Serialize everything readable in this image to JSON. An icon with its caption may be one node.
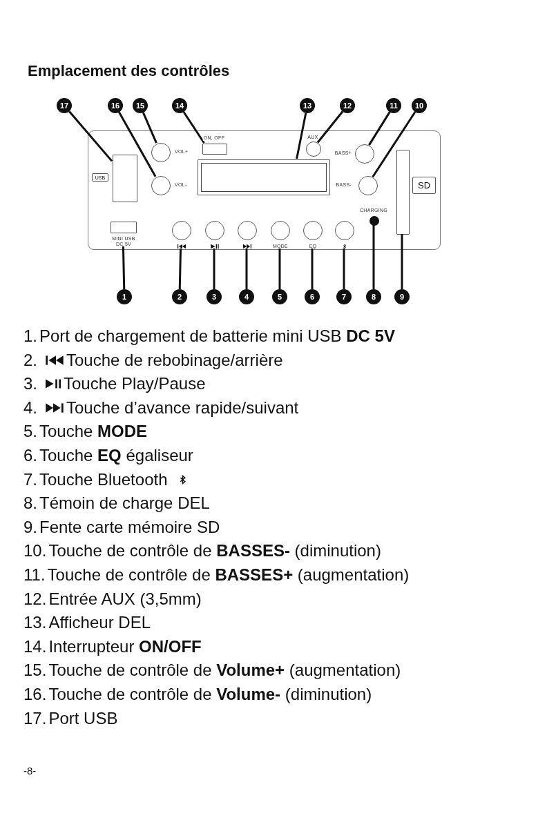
{
  "diagram": {
    "title": "Emplacement des contrôles",
    "nodes": [
      {
        "text": [],
        "shape": "box"
      },
      {
        "text": [],
        "shape": "box",
        "in": 0
      },
      {
        "text": [],
        "shape": "circle",
        "in": 0
      },
      {
        "text": [],
        "shape": "circle",
        "in": 0
      },
      {
        "text": [],
        "shape": "box",
        "in": 0
      },
      {
        "text": [],
        "shape": "box",
        "in": 0
      },
      {
        "text": [],
        "shape": "circle",
        "in": 0
      },
      {
        "text": [],
        "shape": "circle",
        "in": 0
      },
      {
        "text": [],
        "shape": "circle",
        "in": 0
      },
      {
        "text": [],
        "shape": "box",
        "in": 0
      },
      {
        "text": [],
        "shape": "circle",
        "in": 0
      },
      {
        "text": [
          "MINI USB DC 5V"
        ],
        "in": 0
      },
      {
        "text": [],
        "shape": "circle",
        "in": 0
      },
      {
        "text": [],
        "shape": "circle",
        "in": 0
      },
      {
        "text": [],
        "shape": "circle",
        "in": 0
      },
      {
        "text": [
          "MODE"
        ],
        "in": 0
      },
      {
        "text": [
          "EQ"
        ],
        "in": 0
      },
      {
        "text": [],
        "shape": "circle",
        "in": 0
      },
      {
        "text": [
          "17"
        ]
      },
      {
        "text": [
          "16"
        ]
      },
      {
        "text": [
          "15"
        ]
      },
      {
        "text": [
          "14"
        ]
      },
      {
        "text": [
          "13"
        ]
      },
      {
        "text": [
          "12"
        ]
      },
      {
        "text": [
          "11"
        ]
      },
      {
        "text": [
          "10"
        ]
      },
      {
        "text": [
          "1"
        ]
      },
      {
        "text": [
          "2"
        ]
      },
      {
        "text": [
          "3"
        ]
      },
      {
        "text": [
          "4"
        ]
      },
      {
        "text": [
          "5"
        ]
      },
      {
        "text": [
          "6"
        ]
      },
      {
        "text": [
          "7"
        ]
      },
      {
        "text": [
          "8"
        ]
      },
      {
        "text": [
          "9"
        ]
      },
      {
        "text": [
          "USB"
        ],
        "in": 0
      },
      {
        "text": [
          "SD"
        ],
        "in": 0
      }
    ],
    "edges": [
      {
        "from": 18,
        "to": 1,
        "arrow": "none"
      },
      {
        "from": 19,
        "to": 3,
        "arrow": "none"
      },
      {
        "from": 20,
        "to": 2,
        "arrow": "none"
      },
      {
        "from": 21,
        "to": 4,
        "arrow": "none"
      },
      {
        "from": 22,
        "to": 5,
        "arrow": "none"
      },
      {
        "from": 23,
        "to": 6,
        "arrow": "none"
      },
      {
        "from": 24,
        "to": 7,
        "arrow": "none"
      },
      {
        "from": 25,
        "to": 8,
        "arrow": "none"
      },
      {
        "from": 26,
        "to": 11,
        "arrow": "none"
      },
      {
        "from": 27,
        "to": 12,
        "arrow": "none"
      },
      {
        "from": 28,
        "to": 13,
        "arrow": "none"
      },
      {
        "from": 29,
        "to": 14,
        "arrow": "none"
      },
      {
        "from": 30,
        "to": 15,
        "arrow": "none"
      },
      {
        "from": 31,
        "to": 16,
        "arrow": "none"
      },
      {
        "from": 32,
        "to": 17,
        "arrow": "none"
      },
      {
        "from": 33,
        "to": 10,
        "arrow": "none"
      },
      {
        "from": 34,
        "to": 9,
        "arrow": "none"
      }
    ],
    "labels": [
      "ON, OFF",
      "AUX",
      "VOL+",
      "BASS+",
      "VOL-",
      "BASS-",
      "CHARGING",
      "1.",
      "Port de chargement de batterie mini USB **DC 5V**",
      "2.",
      "Touche de rebobinage/arrière",
      "3.",
      "Touche Play/Pause",
      "4.",
      "Touche d’avance rapide/suivant",
      "5.",
      "Touche **MODE**",
      "6.",
      "Touche **EQ** égaliseur",
      "7.",
      "Touche Bluetooth",
      "8.",
      "Témoin de charge DEL",
      "9.",
      "Fente carte mémoire SD",
      "10.",
      "Touche de contrôle de **BASSES-** (diminution)",
      "11.",
      "Touche de contrôle de **BASSES+** (augmentation)",
      "12.",
      "Entrée AUX (3,5mm)",
      "13.",
      "Afficheur DEL",
      "14.",
      "Interrupteur **ON/OFF**",
      "15.",
      "Touche de contrôle de **Volume+** (augmentation)",
      "16.",
      "Touche de contrôle de **Volume-** (diminution)",
      "17.",
      "Port USB",
      "-8-"
    ]
  }
}
